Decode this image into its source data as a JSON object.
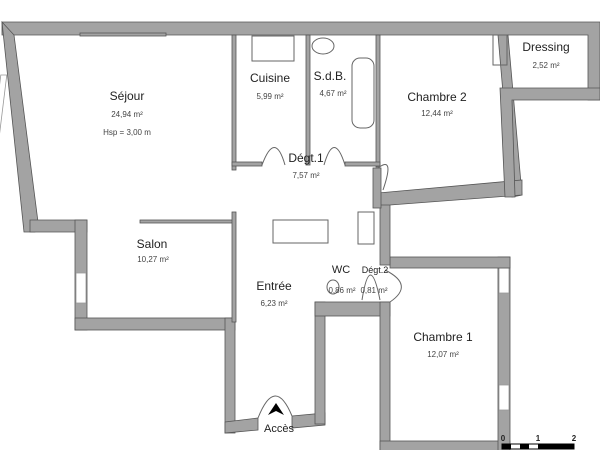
{
  "rooms": [
    {
      "name": "Séjour",
      "area": "24,94 m²",
      "extra": "Hsp = 3,00 m"
    },
    {
      "name": "Cuisine",
      "area": "5,99 m²"
    },
    {
      "name": "S.d.B.",
      "area": "4,67 m²"
    },
    {
      "name": "Chambre 2",
      "area": "12,44 m²"
    },
    {
      "name": "Dressing",
      "area": "2,52 m²"
    },
    {
      "name": "Dégt.1",
      "area": "7,57 m²"
    },
    {
      "name": "Salon",
      "area": "10,27 m²"
    },
    {
      "name": "Entrée",
      "area": "6,23 m²"
    },
    {
      "name": "WC",
      "area": "0,86 m²"
    },
    {
      "name": "Dégt.2",
      "area": "0,81 m²"
    },
    {
      "name": "Chambre 1",
      "area": "12,07 m²"
    }
  ],
  "access": "Accès",
  "scale": {
    "ticks": [
      "0",
      "1",
      "2"
    ]
  }
}
